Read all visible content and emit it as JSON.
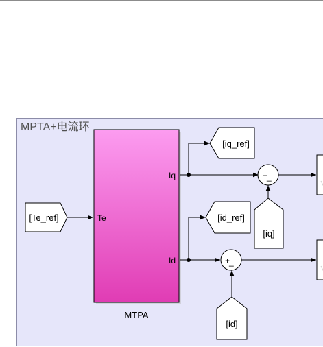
{
  "colors": {
    "area_fill": "#e6e6fa",
    "area_border": "#8c8ca8",
    "mtpa_top": "#fc9cf0",
    "mtpa_bottom": "#e03cb4",
    "wire": "#000000"
  },
  "area": {
    "title": "MPTA+电流环"
  },
  "mtpa": {
    "name": "MTPA",
    "input_port": "Te",
    "output_port_q": "Iq",
    "output_port_d": "Id"
  },
  "from_blocks": {
    "te_ref": "[Te_ref]",
    "iq": "[iq]",
    "id": "[id]"
  },
  "goto_blocks": {
    "iq_ref": "[iq_ref]",
    "id_ref": "[id_ref]"
  },
  "sum_blocks": {
    "q_plus": "+",
    "q_minus": "_",
    "d_plus": "+",
    "d_minus": "_"
  }
}
